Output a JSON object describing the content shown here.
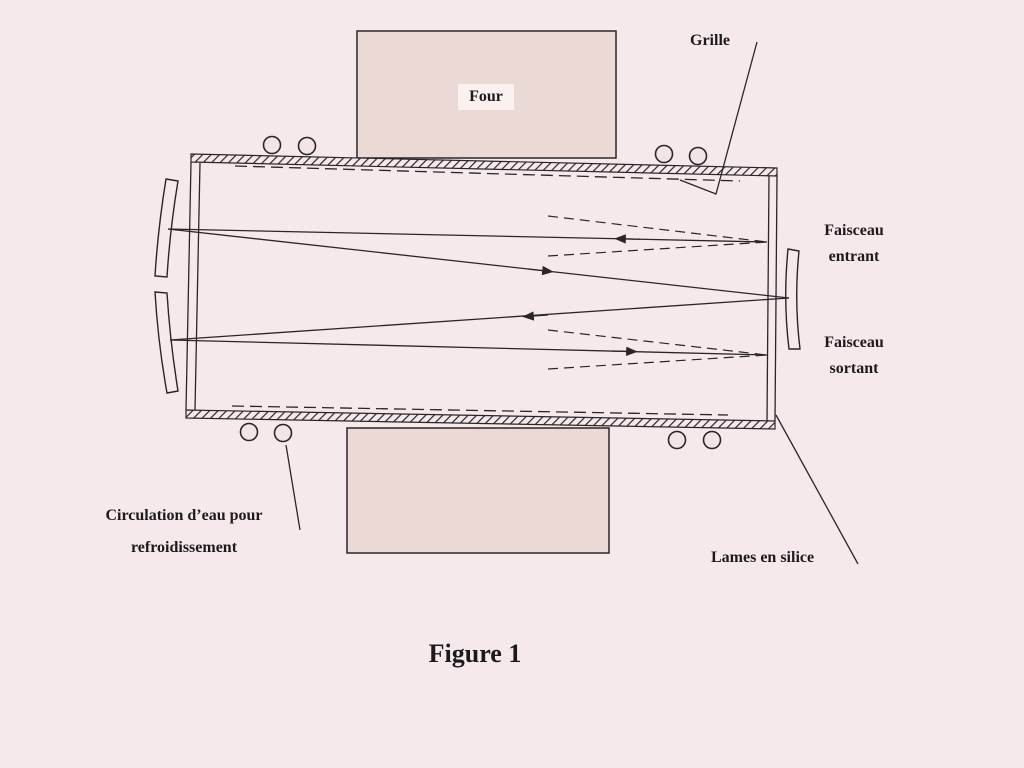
{
  "labels": {
    "four": "Four",
    "grille": "Grille",
    "faisceau_entrant": [
      "Faisceau",
      "entrant"
    ],
    "faisceau_sortant": [
      "Faisceau",
      "sortant"
    ],
    "circulation": [
      "Circulation d’eau pour",
      "refroidissement"
    ],
    "lames": "Lames en silice",
    "figure": "Figure 1"
  },
  "colors": {
    "background": "#f6e9ec",
    "furnace_fill": "#ead9d4",
    "stroke": "#2a2628"
  }
}
